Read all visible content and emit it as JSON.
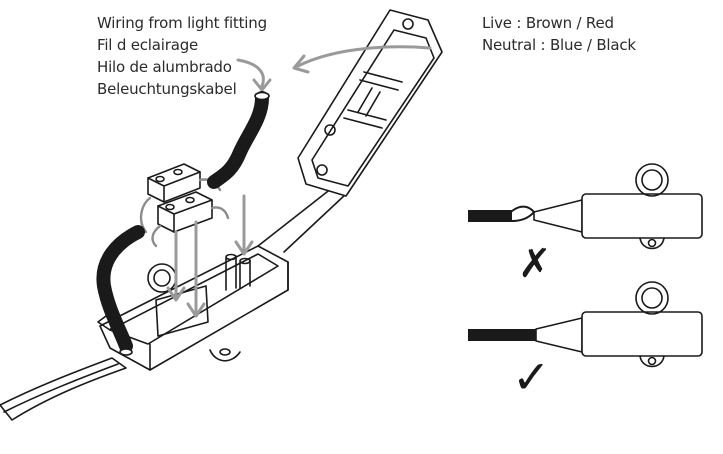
{
  "wiring_labels": {
    "en": "Wiring from light fitting",
    "fr": "Fil d eclairage",
    "es": "Hilo de alumbrado",
    "de": "Beleuchtungskabel"
  },
  "wire_colors": {
    "live": "Live : Brown / Red",
    "neutral": "Neutral : Blue / Black"
  },
  "marks": {
    "incorrect": "✗",
    "correct": "✓"
  },
  "colors": {
    "line": "#1a1a1a",
    "cable": "#1a1a1a",
    "arrow": "#9a9a9a"
  }
}
